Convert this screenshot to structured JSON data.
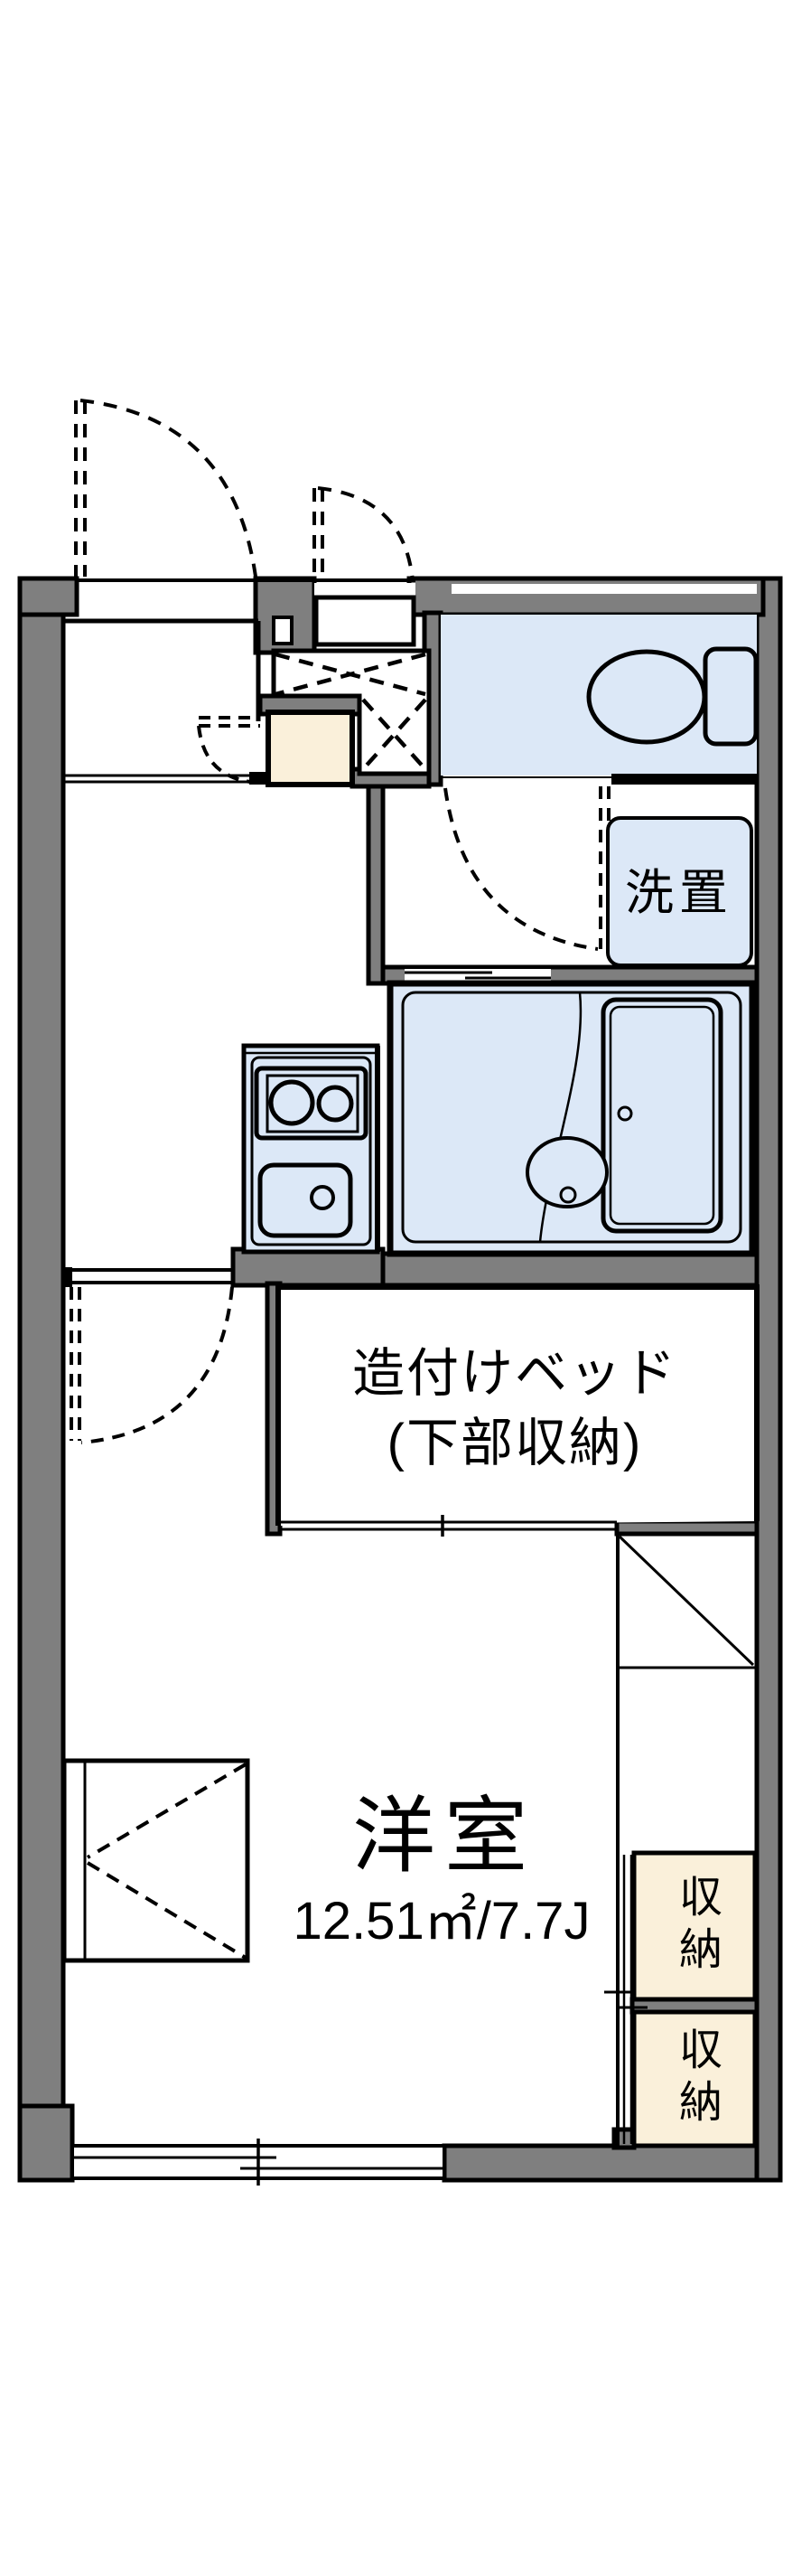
{
  "theme": {
    "wall_color": "#7f7f7f",
    "room_blue": "#dce8f7",
    "cream": "#faf0da",
    "line_color": "#000000",
    "bg": "#ffffff"
  },
  "floorplan": {
    "labels": {
      "laundry": "洗置",
      "bed_line1": "造付けベッド",
      "bed_line2": "(下部収納)",
      "room_name": "洋室",
      "room_area": "12.51㎡/7.7J",
      "storage_upper": "収納",
      "storage_lower": "収納"
    }
  }
}
